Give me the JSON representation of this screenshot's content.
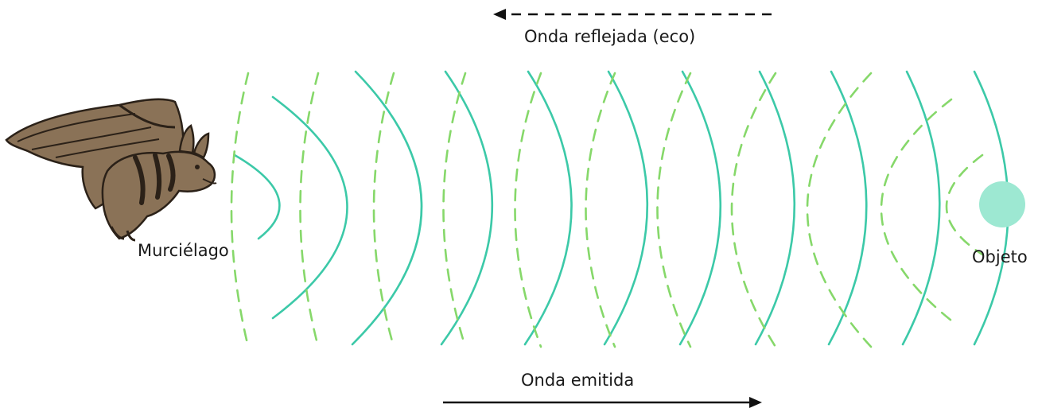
{
  "labels": {
    "reflected_wave": "Onda reflejada (eco)",
    "emitted_wave": "Onda emitida",
    "bat": "Murciélago",
    "object": "Objeto"
  },
  "colors": {
    "emitted": "#3cc9a8",
    "reflected": "#86d86a",
    "object": "#9de8d2",
    "arrow": "#111111",
    "bat_body": "#8a7257",
    "bat_dark": "#2b2118"
  },
  "icons": {
    "bat": "bat-illustration",
    "object": "circle-object",
    "emitted_arrow": "arrow-right-solid",
    "reflected_arrow": "arrow-left-dashed"
  }
}
